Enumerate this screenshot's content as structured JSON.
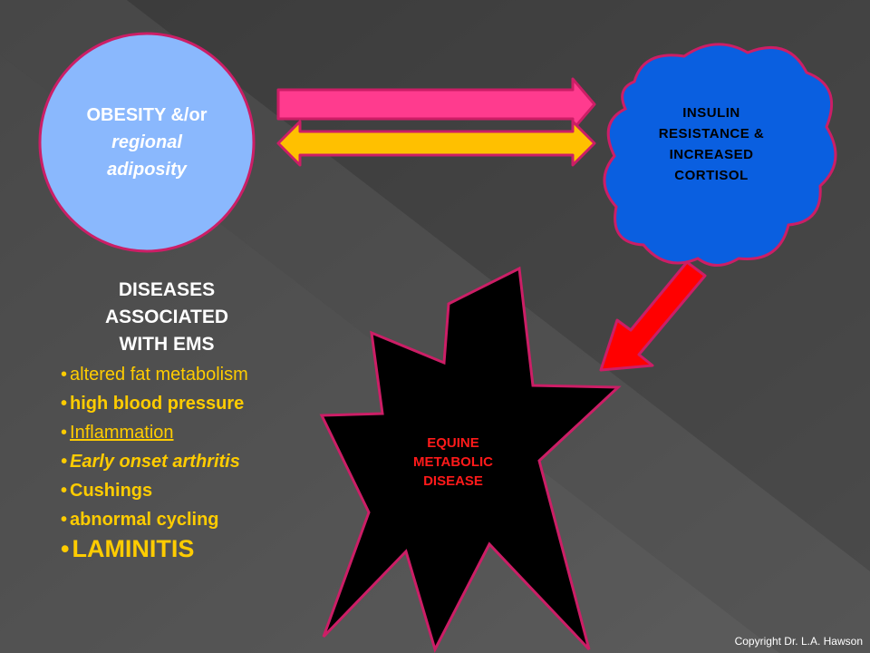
{
  "obesity": {
    "line1": "OBESITY &/or",
    "line2": "regional",
    "line3": "adiposity"
  },
  "insulin": {
    "line1": "INSULIN",
    "line2": "RESISTANCE &",
    "line3": "INCREASED",
    "line4": "CORTISOL"
  },
  "ems": {
    "line1": "EQUINE",
    "line2": "METABOLIC",
    "line3": "DISEASE"
  },
  "diseases": {
    "heading_line1": "DISEASES",
    "heading_line2": "ASSOCIATED",
    "heading_line3": "WITH EMS",
    "items": [
      "altered fat metabolism",
      "high blood pressure",
      "Inflammation",
      "Early onset arthritis",
      "Cushings",
      "abnormal cycling",
      "LAMINITIS"
    ]
  },
  "copyright": "Copyright Dr. L.A. Hawson",
  "colors": {
    "obesity_circle": "#8ab8fd",
    "insulin_cloud": "#0a5fe0",
    "outline": "#cc1e66",
    "arrow_forward": "#ff3b8e",
    "arrow_double": "#ffc000",
    "arrow_down": "#ff0000",
    "star_fill": "#000000",
    "list_text": "#ffcc00",
    "ems_text": "#ff1a1a"
  }
}
